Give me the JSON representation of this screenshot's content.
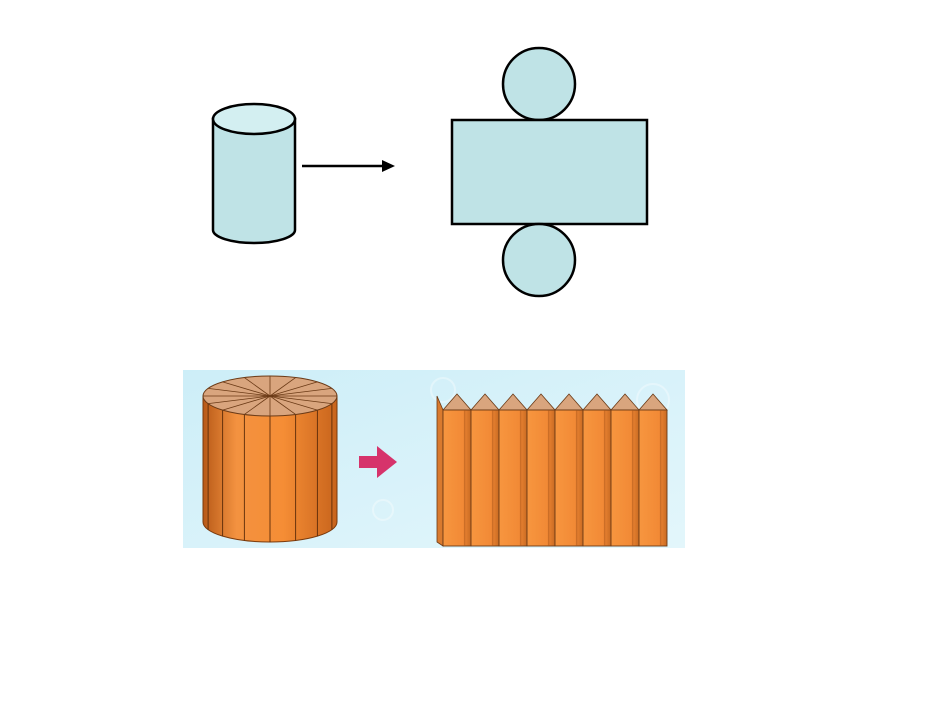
{
  "colors": {
    "shape_fill": "#bfe3e6",
    "shape_top_fill": "#d3eff1",
    "outline": "#000000",
    "panel_background": "#d6f1f9",
    "orange_face": "#f28a36",
    "orange_dark": "#c8641c",
    "orange_top": "#d9a57e",
    "pink_arrow": "#d6336b"
  },
  "diagram": {
    "source_shape": "cylinder",
    "transformation": "unfold-net",
    "net_parts": [
      "circle-top",
      "rectangle",
      "circle-bottom"
    ]
  },
  "photo": {
    "source_shape": "cylinder-cut-into-sectors",
    "result_shape": "rectangular-prism",
    "sector_count": 16,
    "arrow_icon": "right-arrow-icon"
  }
}
